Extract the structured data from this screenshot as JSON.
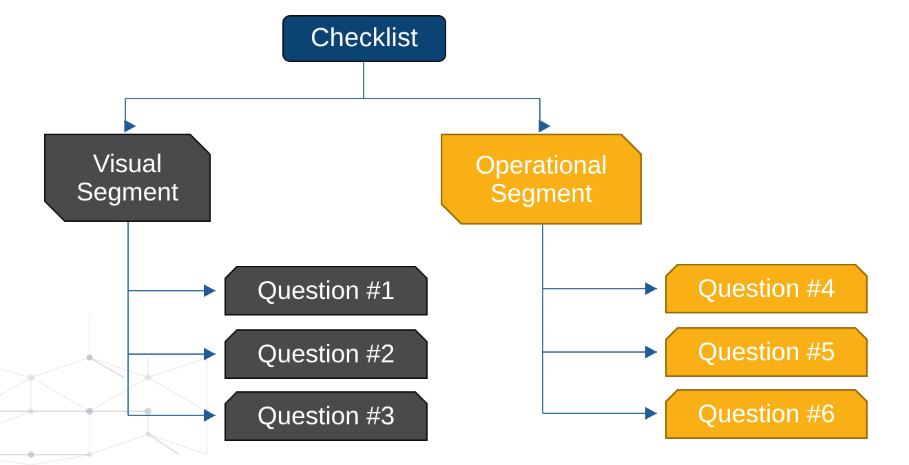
{
  "diagram": {
    "type": "flowchart-tree",
    "title_node": {
      "label": "Checklist",
      "color": "#0B4375",
      "text_color": "#FFFFFF"
    },
    "branches": [
      {
        "id": "visual",
        "label": "Visual\nSegment",
        "label_line1": "Visual",
        "label_line2": "Segment",
        "color": "#4A4A4D",
        "border_color": "#111111",
        "text_color": "#FFFFFF",
        "children": [
          {
            "label": "Question #1"
          },
          {
            "label": "Question #2"
          },
          {
            "label": "Question #3"
          }
        ]
      },
      {
        "id": "operational",
        "label": "Operational\nSegment",
        "label_line1": "Operational",
        "label_line2": "Segment",
        "color": "#F9B016",
        "border_color": "#9A6A06",
        "text_color": "#FFFFFF",
        "children": [
          {
            "label": "Question #4"
          },
          {
            "label": "Question #5"
          },
          {
            "label": "Question #6"
          }
        ]
      }
    ],
    "connector_color": "#1F5C95",
    "background_color": "#FFFFFF",
    "watermark": "hexagon-network-pattern"
  }
}
